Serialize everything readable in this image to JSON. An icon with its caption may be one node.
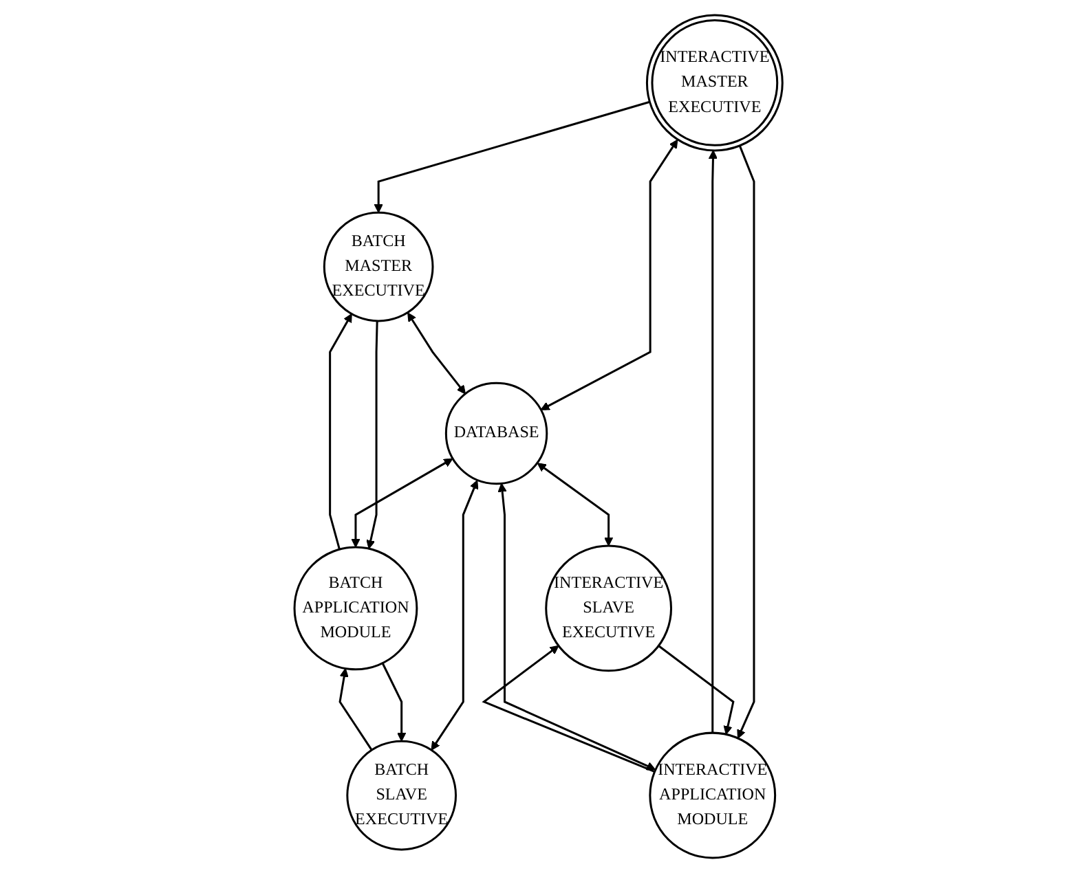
{
  "diagram": {
    "nodes": [
      {
        "text": [
          "INTERACTIVE MASTER EXECUTIVE"
        ]
      },
      {
        "text": [
          "BATCH MASTER EXECUTIVE"
        ]
      },
      {
        "text": [
          "INTERACTIVE APPLICATION MODULE"
        ]
      },
      {
        "text": [
          "DATABASE"
        ]
      },
      {
        "text": [
          "BATCH APPLICATION MODULE"
        ]
      },
      {
        "text": [
          "INTERACTIVE SLAVE EXECUTIVE"
        ]
      },
      {
        "text": [
          "BATCH SLAVE EXECUTIVE"
        ]
      }
    ],
    "edges": [
      {
        "from": 0,
        "to": 1,
        "arrow": "to"
      },
      {
        "from": 0,
        "to": 2,
        "arrow": "to"
      },
      {
        "from": 2,
        "to": 0,
        "arrow": "to"
      },
      {
        "from": 0,
        "to": 3,
        "arrow": "both"
      },
      {
        "from": 1,
        "to": 3,
        "arrow": "both"
      },
      {
        "from": 1,
        "to": 4,
        "arrow": "to"
      },
      {
        "from": 4,
        "to": 1,
        "arrow": "to"
      },
      {
        "from": 2,
        "to": 3,
        "arrow": "both"
      },
      {
        "from": 3,
        "to": 4,
        "arrow": "both"
      },
      {
        "from": 2,
        "to": 5,
        "arrow": "to"
      },
      {
        "from": 5,
        "to": 2,
        "arrow": "to"
      },
      {
        "from": 3,
        "to": 5,
        "arrow": "both"
      },
      {
        "from": 3,
        "to": 6,
        "arrow": "both"
      },
      {
        "from": 4,
        "to": 6,
        "arrow": "to"
      },
      {
        "from": 6,
        "to": 4,
        "arrow": "to"
      }
    ]
  }
}
